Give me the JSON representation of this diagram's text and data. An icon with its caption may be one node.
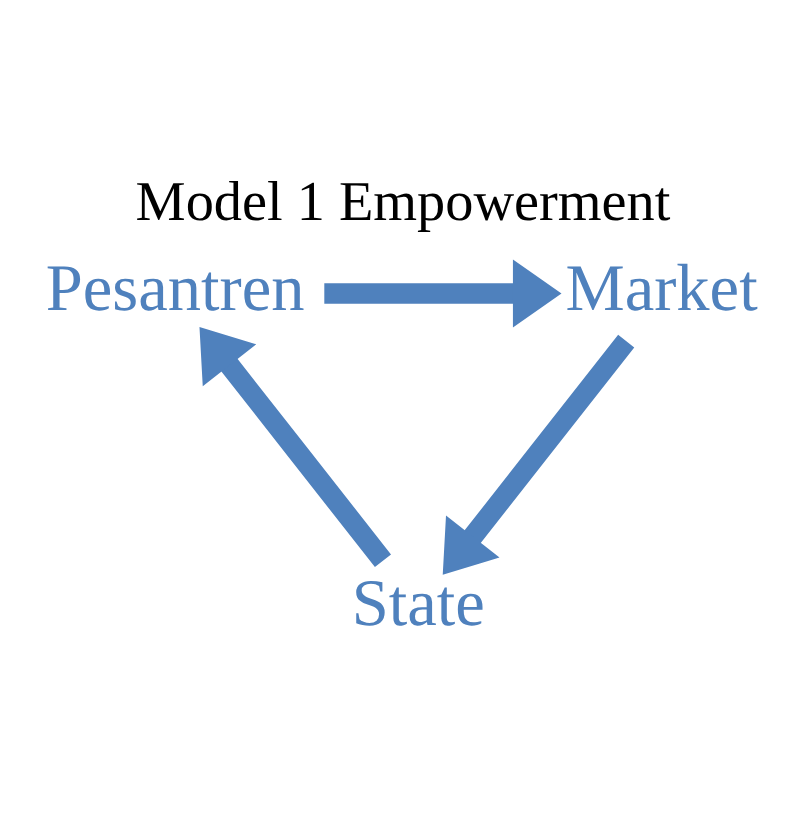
{
  "diagram": {
    "title": "Model 1 Empowerment",
    "nodes": [
      {
        "text": [
          "Pesantren"
        ]
      },
      {
        "text": [
          "Market"
        ]
      },
      {
        "text": [
          "State"
        ]
      }
    ],
    "edges": [
      {
        "from": 0,
        "to": 1,
        "arrow": "to"
      },
      {
        "from": 1,
        "to": 2,
        "arrow": "to"
      },
      {
        "from": 2,
        "to": 0,
        "arrow": "to"
      }
    ]
  }
}
